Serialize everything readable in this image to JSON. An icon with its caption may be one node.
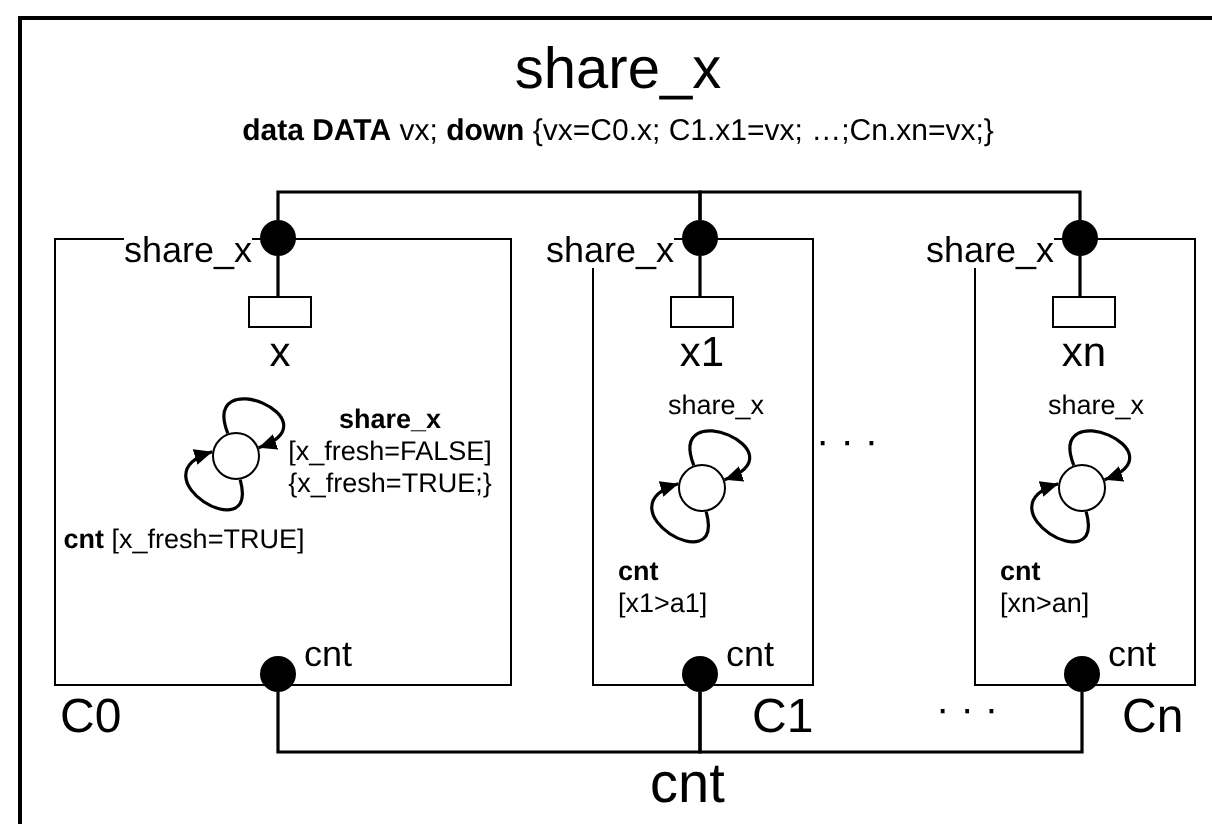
{
  "diagram": {
    "nodes": [
      {
        "text": [
          "share_x",
          "**data DATA** vx; **down** {vx=C0.x; C1.x1=vx; …;Cn.xn=vx;}"
        ]
      },
      {
        "text": [
          "C0"
        ],
        "in": 0
      },
      {
        "text": [
          "share_x"
        ],
        "in": 1
      },
      {
        "text": [
          "x"
        ],
        "in": 1
      },
      {
        "text": [],
        "shape": "circle",
        "in": 1
      },
      {
        "text": [
          "cnt"
        ],
        "in": 1
      },
      {
        "text": [
          "C1"
        ],
        "in": 0
      },
      {
        "text": [
          "share_x"
        ],
        "in": 6
      },
      {
        "text": [
          "x1"
        ],
        "in": 6
      },
      {
        "text": [],
        "shape": "circle",
        "in": 6
      },
      {
        "text": [
          "cnt"
        ],
        "in": 6
      },
      {
        "text": [
          "Cn"
        ],
        "in": 0
      },
      {
        "text": [
          "share_x"
        ],
        "in": 11
      },
      {
        "text": [
          "xn"
        ],
        "in": 11
      },
      {
        "text": [],
        "shape": "circle",
        "in": 11
      },
      {
        "text": [
          "cnt"
        ],
        "in": 11
      }
    ],
    "edges": [
      {
        "from": 2,
        "to": 7,
        "arrow": "none"
      },
      {
        "from": 7,
        "to": 12,
        "arrow": "none"
      },
      {
        "from": 2,
        "to": 3,
        "arrow": "none"
      },
      {
        "from": 7,
        "to": 8,
        "arrow": "none"
      },
      {
        "from": 12,
        "to": 13,
        "arrow": "none"
      },
      {
        "from": 4,
        "to": 4,
        "arrow": "to",
        "label": "**share_x** [x_fresh=FALSE] {x_fresh=TRUE;}"
      },
      {
        "from": 4,
        "to": 4,
        "arrow": "to",
        "label": "**cnt** [x_fresh=TRUE]"
      },
      {
        "from": 9,
        "to": 9,
        "arrow": "to",
        "label": "share_x"
      },
      {
        "from": 9,
        "to": 9,
        "arrow": "to",
        "label": "**cnt** [x1>a1]"
      },
      {
        "from": 14,
        "to": 14,
        "arrow": "to",
        "label": "share_x"
      },
      {
        "from": 14,
        "to": 14,
        "arrow": "to",
        "label": "**cnt** [xn>an]"
      },
      {
        "from": 5,
        "to": 10,
        "arrow": "none"
      },
      {
        "from": 10,
        "to": 15,
        "arrow": "none"
      }
    ],
    "labels": [
      "· · ·",
      "· · ·",
      "cnt"
    ]
  }
}
